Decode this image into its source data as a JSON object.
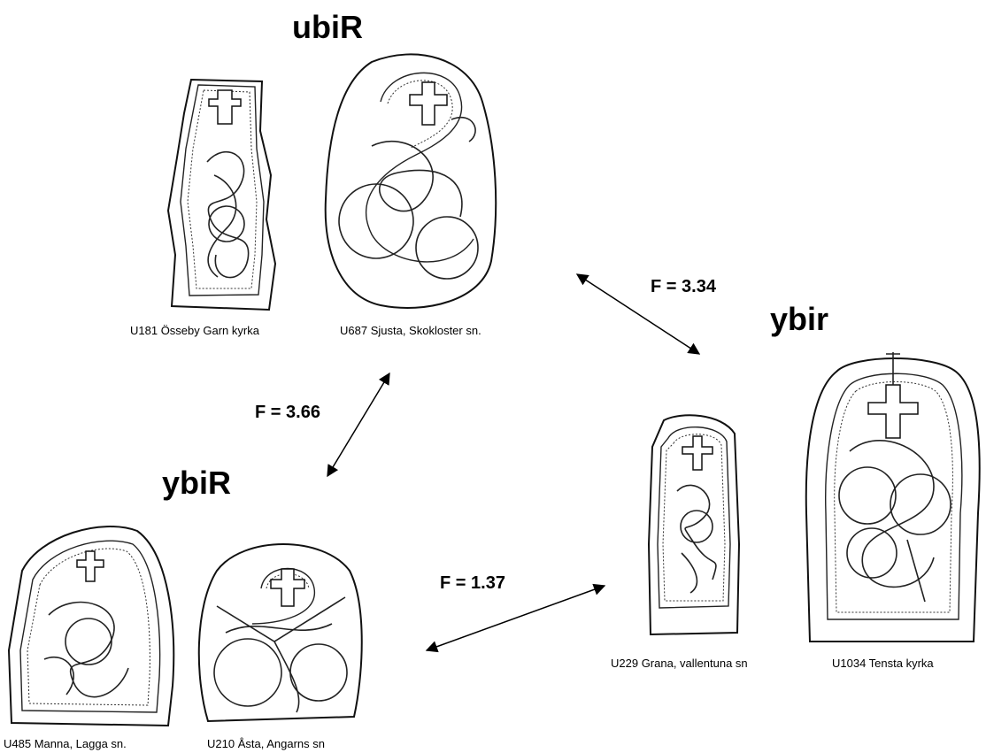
{
  "groups": [
    {
      "id": "ubiR",
      "title": "ubiR"
    },
    {
      "id": "ybir",
      "title": "ybir"
    },
    {
      "id": "ybiR",
      "title": "ybiR"
    }
  ],
  "stones": [
    {
      "id": "U181",
      "caption": "U181 Össeby Garn kyrka"
    },
    {
      "id": "U687",
      "caption": "U687 Sjusta, Skokloster sn."
    },
    {
      "id": "U229",
      "caption": "U229 Grana, vallentuna sn"
    },
    {
      "id": "U1034",
      "caption": "U1034 Tensta kyrka"
    },
    {
      "id": "U485",
      "caption": "U485 Manna, Lagga sn."
    },
    {
      "id": "U210",
      "caption": "U210 Åsta, Angarns sn"
    }
  ],
  "comparisons": [
    {
      "from": "ubiR",
      "to": "ybir",
      "label": "F = 3.34"
    },
    {
      "from": "ubiR",
      "to": "ybiR",
      "label": "F = 3.66"
    },
    {
      "from": "ybiR",
      "to": "ybir",
      "label": "F = 1.37"
    }
  ]
}
